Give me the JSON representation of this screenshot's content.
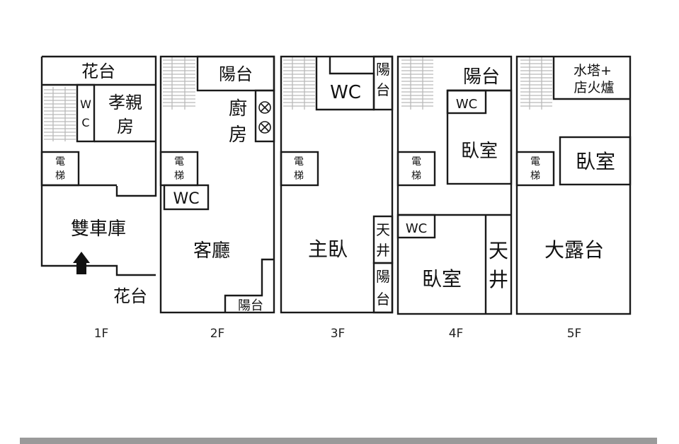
{
  "floors": {
    "f1": {
      "label": "1F",
      "flower_top": "花台",
      "wc_1": "W",
      "wc_2": "C",
      "parents_1": "孝親",
      "parents_2": "房",
      "elevator_1": "電",
      "elevator_2": "梯",
      "garage": "雙車庫",
      "flower_bottom": "花台"
    },
    "f2": {
      "label": "2F",
      "balcony_top": "陽台",
      "kitchen_1": "廚",
      "kitchen_2": "房",
      "elevator_1": "電",
      "elevator_2": "梯",
      "wc": "WC",
      "living": "客廳",
      "balcony_bottom": "陽台"
    },
    "f3": {
      "label": "3F",
      "wc": "WC",
      "balcony_top_1": "陽",
      "balcony_top_2": "台",
      "elevator_1": "電",
      "elevator_2": "梯",
      "master": "主臥",
      "skywell_1": "天",
      "skywell_2": "井",
      "balcony_bottom_1": "陽",
      "balcony_bottom_2": "台"
    },
    "f4": {
      "label": "4F",
      "balcony": "陽台",
      "wc_top": "WC",
      "bedroom_top": "臥室",
      "elevator_1": "電",
      "elevator_2": "梯",
      "wc_bottom": "WC",
      "bedroom_bottom": "臥室",
      "skywell_1": "天",
      "skywell_2": "井"
    },
    "f5": {
      "label": "5F",
      "tower_1": "水塔+",
      "tower_2": "店火爐",
      "elevator_1": "電",
      "elevator_2": "梯",
      "bedroom": "臥室",
      "terrace": "大露台"
    }
  }
}
